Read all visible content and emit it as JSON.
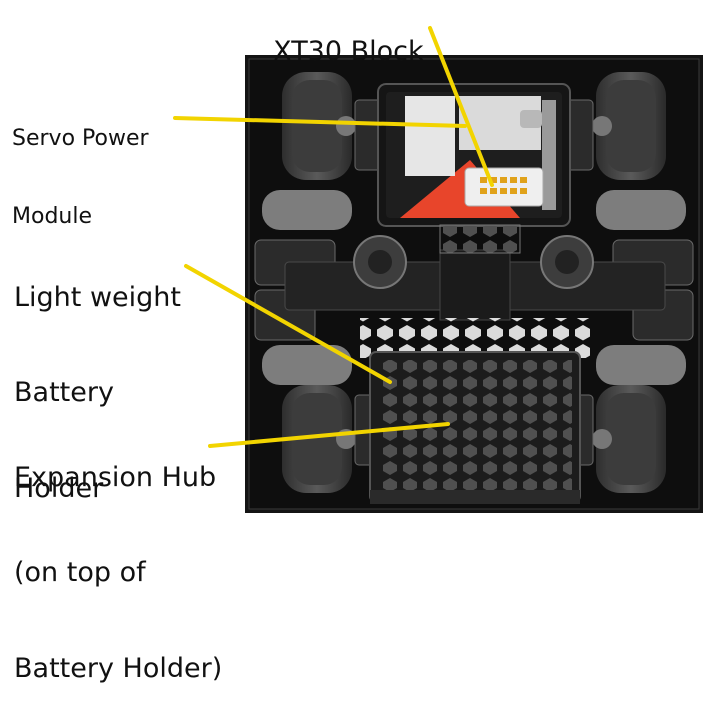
{
  "labels": {
    "xt30": "XT30 Block",
    "servo_line1": "Servo Power",
    "servo_line2": "Module",
    "battery_line1": "Light weight",
    "battery_line2": "Battery",
    "battery_line3": "Holder",
    "hub_line1": "Expansion Hub",
    "hub_line2": "(on top of",
    "hub_line3": "Battery Holder)"
  },
  "colors": {
    "callout_line": "#f2d400",
    "chassis": "#161616",
    "wheel": "#1e1e1e",
    "module_accent": "#e8452b",
    "module_white": "#e6e6e6"
  }
}
